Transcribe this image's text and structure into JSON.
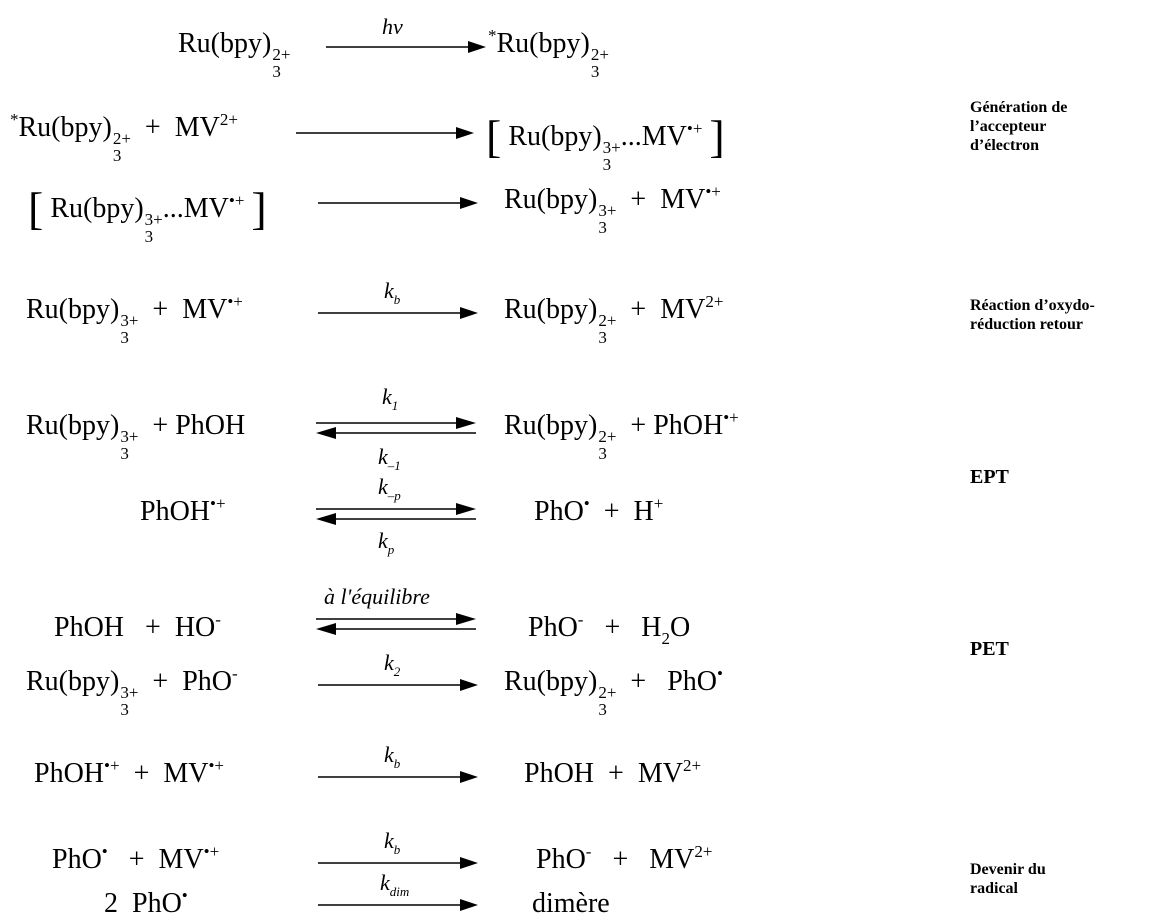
{
  "species": {
    "ru": "Ru(bpy)",
    "three": "3",
    "two_plus": "2+",
    "three_plus": "3+",
    "star": "*",
    "mv": "MV",
    "rad_plus": "•+",
    "phoh": "PhOH",
    "pho": "PhO",
    "rad": "•",
    "minus": "-",
    "plus_sign": "+",
    "h": "H",
    "ho": "HO",
    "h2o_h": "H",
    "h2o_2": "2",
    "h2o_o": "O",
    "dots": "...",
    "lbrack": "[",
    "rbrack": "]",
    "two": "2",
    "dimere": "dimère"
  },
  "rates": {
    "hv": "hν",
    "k": "k",
    "b": "b",
    "one": "1",
    "minus_one": "–1",
    "minus_p": "–p",
    "p": "p",
    "two": "2",
    "dim": "dim",
    "equilibre": "à l'équilibre"
  },
  "labels": {
    "gen_1": "Génération de",
    "gen_2": "l’accepteur",
    "gen_3": "d’électron",
    "redox_1": "Réaction d’oxydo-",
    "redox_2": "réduction retour",
    "ept": "EPT",
    "pet": "PET",
    "devenir_1": "Devenir du",
    "devenir_2": "radical"
  }
}
